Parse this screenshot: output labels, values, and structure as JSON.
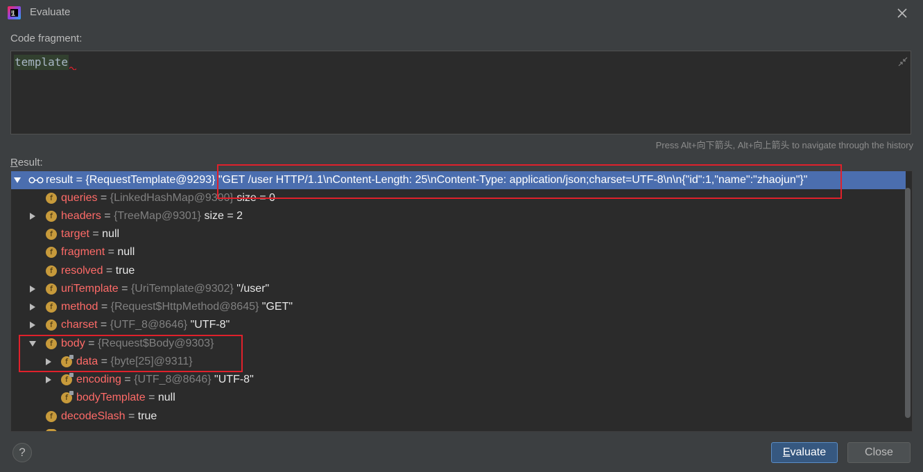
{
  "window": {
    "title": "Evaluate"
  },
  "code_fragment": {
    "label": "Code fragment:",
    "value": "template"
  },
  "history_hint": "Press Alt+向下箭头, Alt+向上箭头 to navigate through the history",
  "result": {
    "label_mnemonic": "R",
    "label_rest": "esult:",
    "rows": [
      {
        "name": "result",
        "eq": " = ",
        "ref": "{RequestTemplate@9293}",
        "value": " \"GET /user HTTP/1.1\\nContent-Length: 25\\nContent-Type: application/json;charset=UTF-8\\n\\n{\"id\":1,\"name\":\"zhaojun\"}\""
      },
      {
        "name": "queries",
        "eq": " = ",
        "ref": "{LinkedHashMap@9300}",
        "value": "  size = 0"
      },
      {
        "name": "headers",
        "eq": " = ",
        "ref": "{TreeMap@9301}",
        "value": "  size = 2"
      },
      {
        "name": "target",
        "eq": " = ",
        "ref": "",
        "value": "null"
      },
      {
        "name": "fragment",
        "eq": " = ",
        "ref": "",
        "value": "null"
      },
      {
        "name": "resolved",
        "eq": " = ",
        "ref": "",
        "value": "true"
      },
      {
        "name": "uriTemplate",
        "eq": " = ",
        "ref": "{UriTemplate@9302}",
        "value": " \"/user\""
      },
      {
        "name": "method",
        "eq": " = ",
        "ref": "{Request$HttpMethod@8645}",
        "value": " \"GET\""
      },
      {
        "name": "charset",
        "eq": " = ",
        "ref": "{UTF_8@8646}",
        "value": " \"UTF-8\""
      },
      {
        "name": "body",
        "eq": " = ",
        "ref": "{Request$Body@9303}",
        "value": ""
      },
      {
        "name": "data",
        "eq": " = ",
        "ref": "{byte[25]@9311}",
        "value": ""
      },
      {
        "name": "encoding",
        "eq": " = ",
        "ref": "{UTF_8@8646}",
        "value": " \"UTF-8\""
      },
      {
        "name": "bodyTemplate",
        "eq": " = ",
        "ref": "",
        "value": "null"
      },
      {
        "name": "decodeSlash",
        "eq": " = ",
        "ref": "",
        "value": "true"
      }
    ]
  },
  "field_badge": "f",
  "buttons": {
    "help": "?",
    "evaluate_mnemonic": "E",
    "evaluate_rest": "valuate",
    "close": "Close"
  },
  "colors": {
    "background": "#3c3f41",
    "editor": "#2b2b2b",
    "selection": "#4b6eaf",
    "field_name": "#ff6b68",
    "highlight_box": "#e0212b"
  }
}
